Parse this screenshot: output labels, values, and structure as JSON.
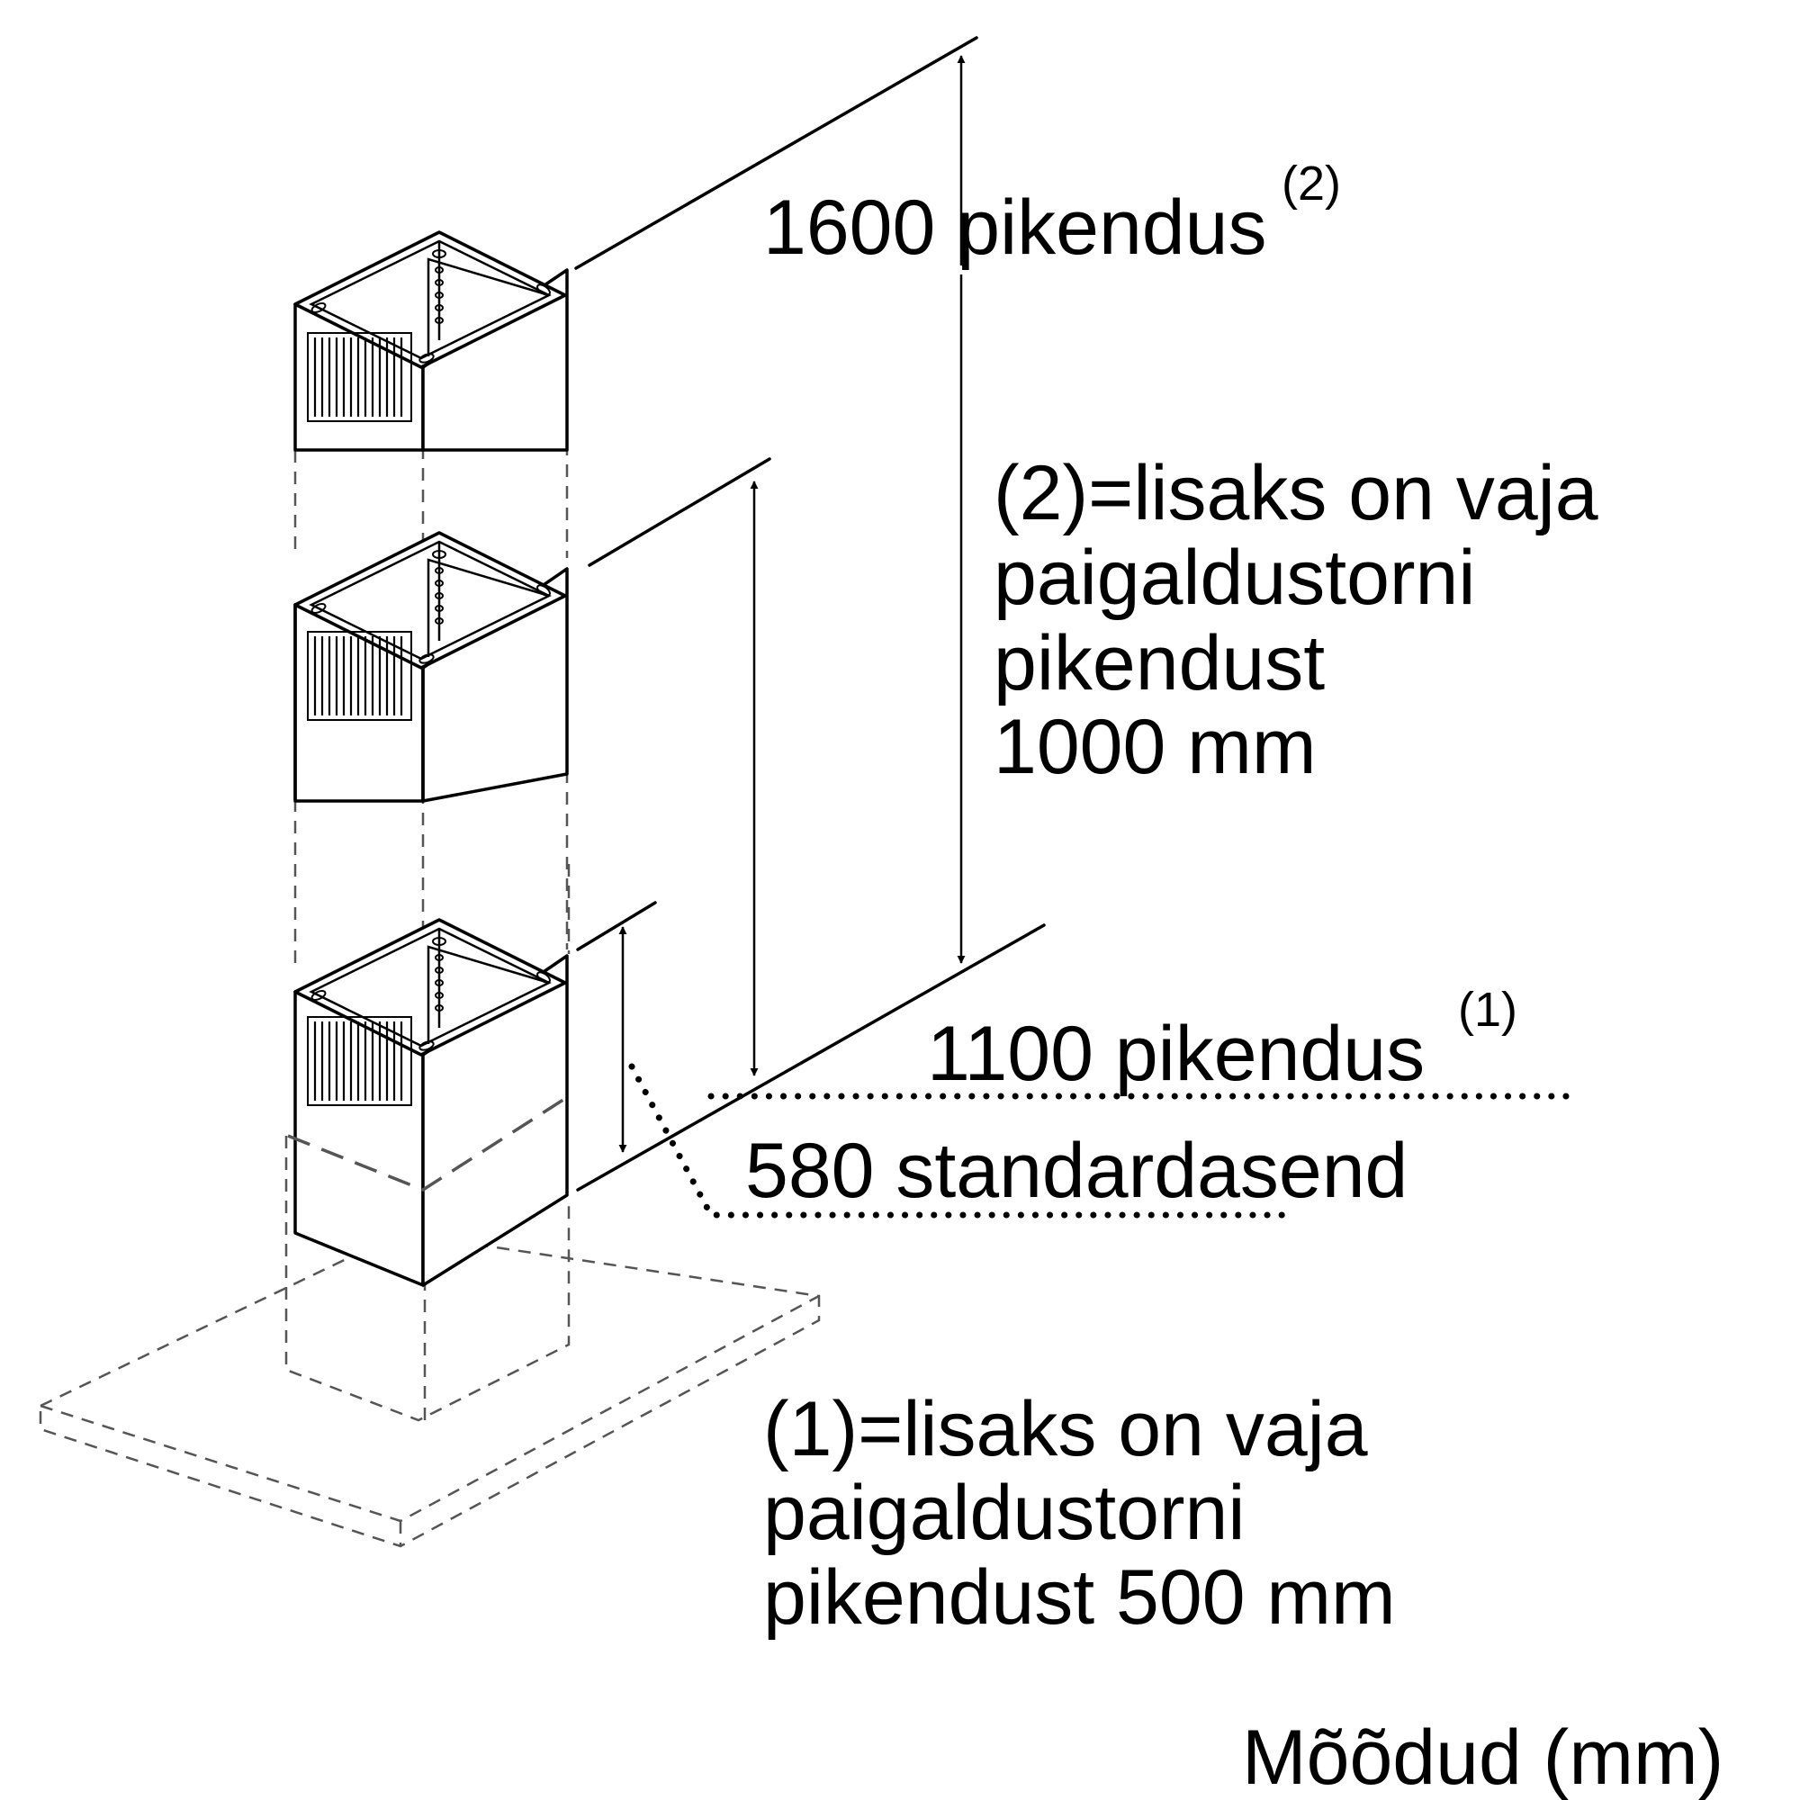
{
  "labels": {
    "ext1600": "1600 pikendus",
    "ext1600_note": "(2)",
    "note2_line1": "(2)=lisaks on vaja",
    "note2_line2": "paigaldustorni",
    "note2_line3": "pikendust",
    "note2_line4": "1000 mm",
    "ext1100": "1100 pikendus",
    "ext1100_note": "(1)",
    "std580": "580 standardasend",
    "note1_line1": "(1)=lisaks on vaja",
    "note1_line2": "paigaldustorni",
    "note1_line3": "pikendust 500 mm",
    "units": "Mõõdud (mm)"
  }
}
